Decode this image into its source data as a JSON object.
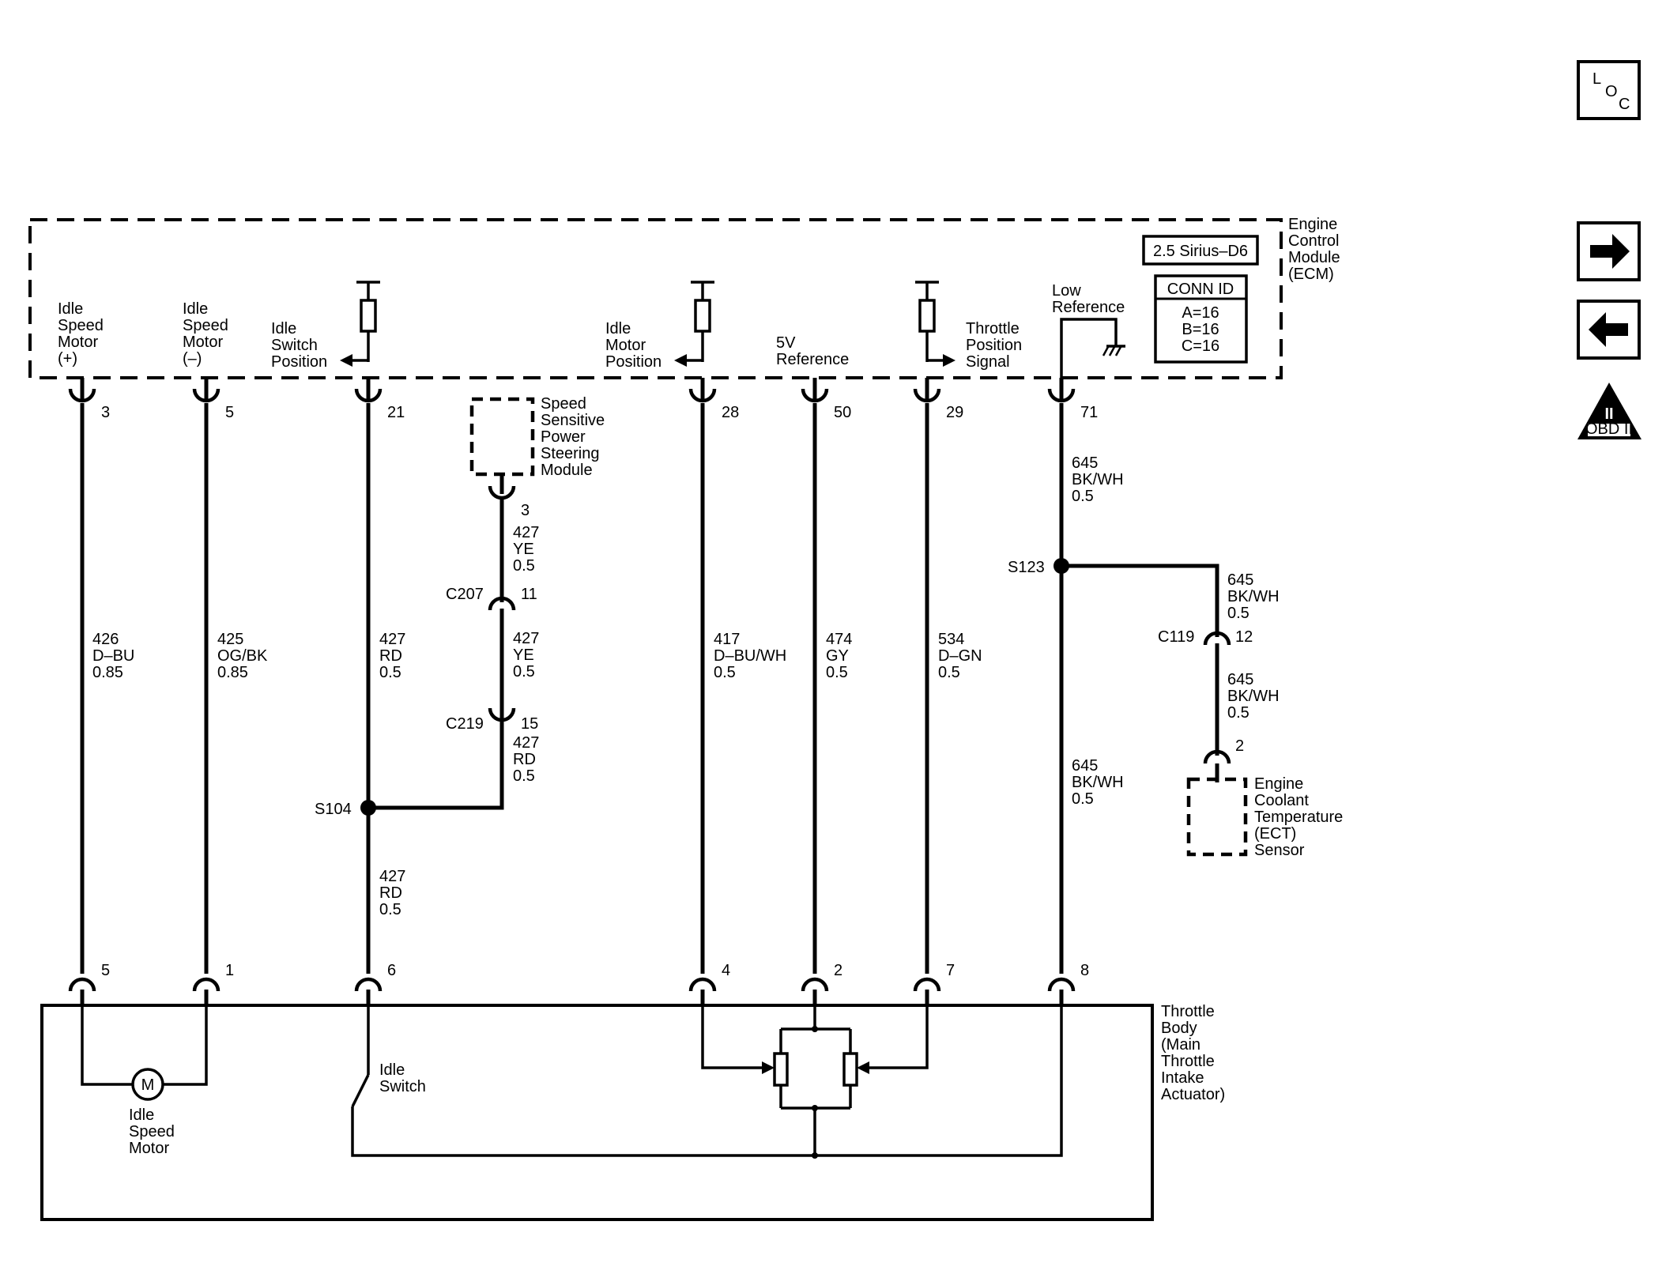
{
  "nav": {
    "loc": {
      "l": "L",
      "o": "O",
      "c": "C"
    },
    "forward_icon": "right-arrow-icon",
    "back_icon": "left-arrow-icon",
    "obd_badge": {
      "numeral": "II",
      "text": "OBD II"
    }
  },
  "ecm": {
    "title": [
      "Engine",
      "Control",
      "Module",
      "(ECM)"
    ],
    "variant": "2.5 Sirius–D6",
    "conn_id": {
      "header": "CONN ID",
      "lines": [
        "A=16",
        "B=16",
        "C=16"
      ]
    },
    "labels": {
      "isc_plus": [
        "Idle",
        "Speed",
        "Motor",
        "(+)"
      ],
      "isc_minus": [
        "Idle",
        "Speed",
        "Motor",
        "(–)"
      ],
      "idle_switch_pos": [
        "Idle",
        "Switch",
        "Position"
      ],
      "idle_motor_pos": [
        "Idle",
        "Motor",
        "Position"
      ],
      "five_v_ref": [
        "5V",
        "Reference"
      ],
      "tps_signal": [
        "Throttle",
        "Position",
        "Signal"
      ],
      "low_ref": [
        "Low",
        "Reference"
      ]
    },
    "pins": [
      "3",
      "5",
      "21",
      "28",
      "50",
      "29",
      "71"
    ]
  },
  "wires": {
    "w426": [
      "426",
      "D–BU",
      "0.85"
    ],
    "w425": [
      "425",
      "OG/BK",
      "0.85"
    ],
    "w427_rd_upper": [
      "427",
      "RD",
      "0.5"
    ],
    "w427_ye_1": [
      "427",
      "YE",
      "0.5"
    ],
    "w427_ye_2": [
      "427",
      "YE",
      "0.5"
    ],
    "w427_rd_c219": [
      "427",
      "RD",
      "0.5"
    ],
    "w427_rd_lower": [
      "427",
      "RD",
      "0.5"
    ],
    "w417": [
      "417",
      "D–BU/WH",
      "0.5"
    ],
    "w474": [
      "474",
      "GY",
      "0.5"
    ],
    "w534": [
      "534",
      "D–GN",
      "0.5"
    ],
    "w645_top": [
      "645",
      "BK/WH",
      "0.5"
    ],
    "w645_branch": [
      "645",
      "BK/WH",
      "0.5"
    ],
    "w645_ect": [
      "645",
      "BK/WH",
      "0.5"
    ],
    "w645_lower": [
      "645",
      "BK/WH",
      "0.5"
    ]
  },
  "splices": {
    "s104": "S104",
    "s123": "S123"
  },
  "connectors": {
    "c207": "C207",
    "c207_pin": "11",
    "c219": "C219",
    "c219_pin": "15",
    "c119": "C119",
    "c119_pin": "12"
  },
  "pssm": {
    "label": [
      "Speed",
      "Sensitive",
      "Power",
      "Steering",
      "Module"
    ],
    "pin": "3"
  },
  "ect": {
    "label": [
      "Engine",
      "Coolant",
      "Temperature",
      "(ECT)",
      "Sensor"
    ],
    "pin": "2"
  },
  "throttle_body": {
    "label": [
      "Throttle",
      "Body",
      "(Main",
      "Throttle",
      "Intake",
      "Actuator)"
    ],
    "pins": [
      "5",
      "1",
      "6",
      "4",
      "2",
      "7",
      "8"
    ],
    "motor_symbol": "M",
    "motor_label": [
      "Idle",
      "Speed",
      "Motor"
    ],
    "switch_label": [
      "Idle",
      "Switch"
    ]
  }
}
